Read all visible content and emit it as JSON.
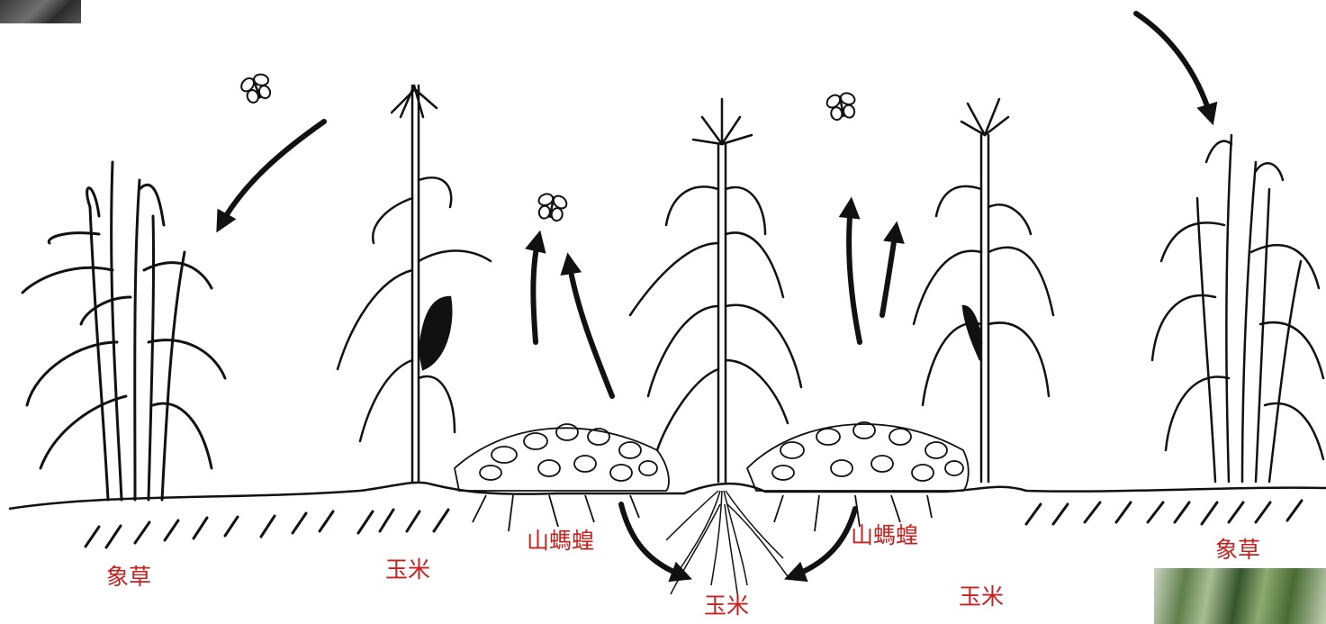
{
  "labels": {
    "napier_left": "象草",
    "corn_left": "玉米",
    "desmodium_left": "山螞蝗",
    "corn_center": "玉米",
    "desmodium_right": "山螞蝗",
    "corn_right": "玉米",
    "napier_right": "象草"
  },
  "colors": {
    "ink": "#111111",
    "label_red": "#c8201e",
    "background": "#ffffff"
  },
  "icons": [
    "moth-icon",
    "arrow-icon"
  ]
}
